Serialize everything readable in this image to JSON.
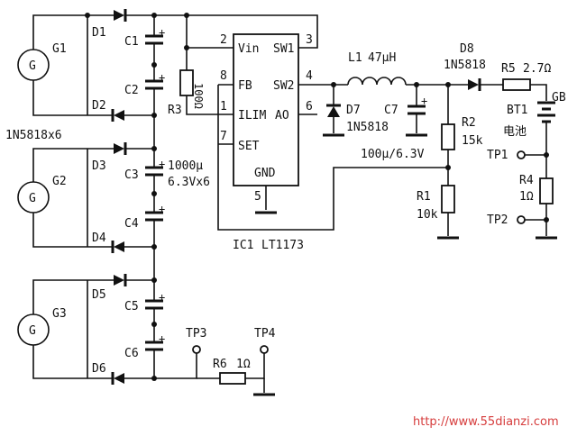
{
  "watermark": "http://www.55dianzi.com",
  "labels": {
    "G1": "G1",
    "G2": "G2",
    "G3": "G3",
    "gen_symbol": "G",
    "D1": "D1",
    "D2": "D2",
    "D3": "D3",
    "D4": "D4",
    "D5": "D5",
    "D6": "D6",
    "C1": "C1",
    "C2": "C2",
    "C3": "C3",
    "C4": "C4",
    "C5": "C5",
    "C6": "C6",
    "diode_part": "1N5818x6",
    "cap_value_1": "1000μ",
    "cap_value_2": "6.3Vx6",
    "R3": "R3",
    "R3_val": "100Ω",
    "R1": "R1",
    "R1_val": "10k",
    "R2": "R2",
    "R2_val": "15k",
    "R4": "R4",
    "R4_val": "1Ω",
    "R5": "R5",
    "R5_val": "2.7Ω",
    "R6": "R6",
    "R6_val": "1Ω",
    "L1": "L1",
    "L1_val": "47μH",
    "D7": "D7",
    "D7_part": "1N5818",
    "D8": "D8",
    "D8_part": "1N5818",
    "C7": "C7",
    "C7_val": "100μ/6.3V",
    "BT1": "BT1",
    "BT1_name": "电池",
    "GB": "GB",
    "TP1": "TP1",
    "TP2": "TP2",
    "TP3": "TP3",
    "TP4": "TP4",
    "IC1": "IC1",
    "IC1_part": "LT1173",
    "pin_vin": "Vin",
    "pin_sw1": "SW1",
    "pin_fb": "FB",
    "pin_sw2": "SW2",
    "pin_ilim": "ILIM",
    "pin_ao": "AO",
    "pin_set": "SET",
    "pin_gnd": "GND",
    "pin2": "2",
    "pin3": "3",
    "pin8": "8",
    "pin4": "4",
    "pin1": "1",
    "pin6": "6",
    "pin7": "7",
    "pin5": "5",
    "plus": "+"
  }
}
